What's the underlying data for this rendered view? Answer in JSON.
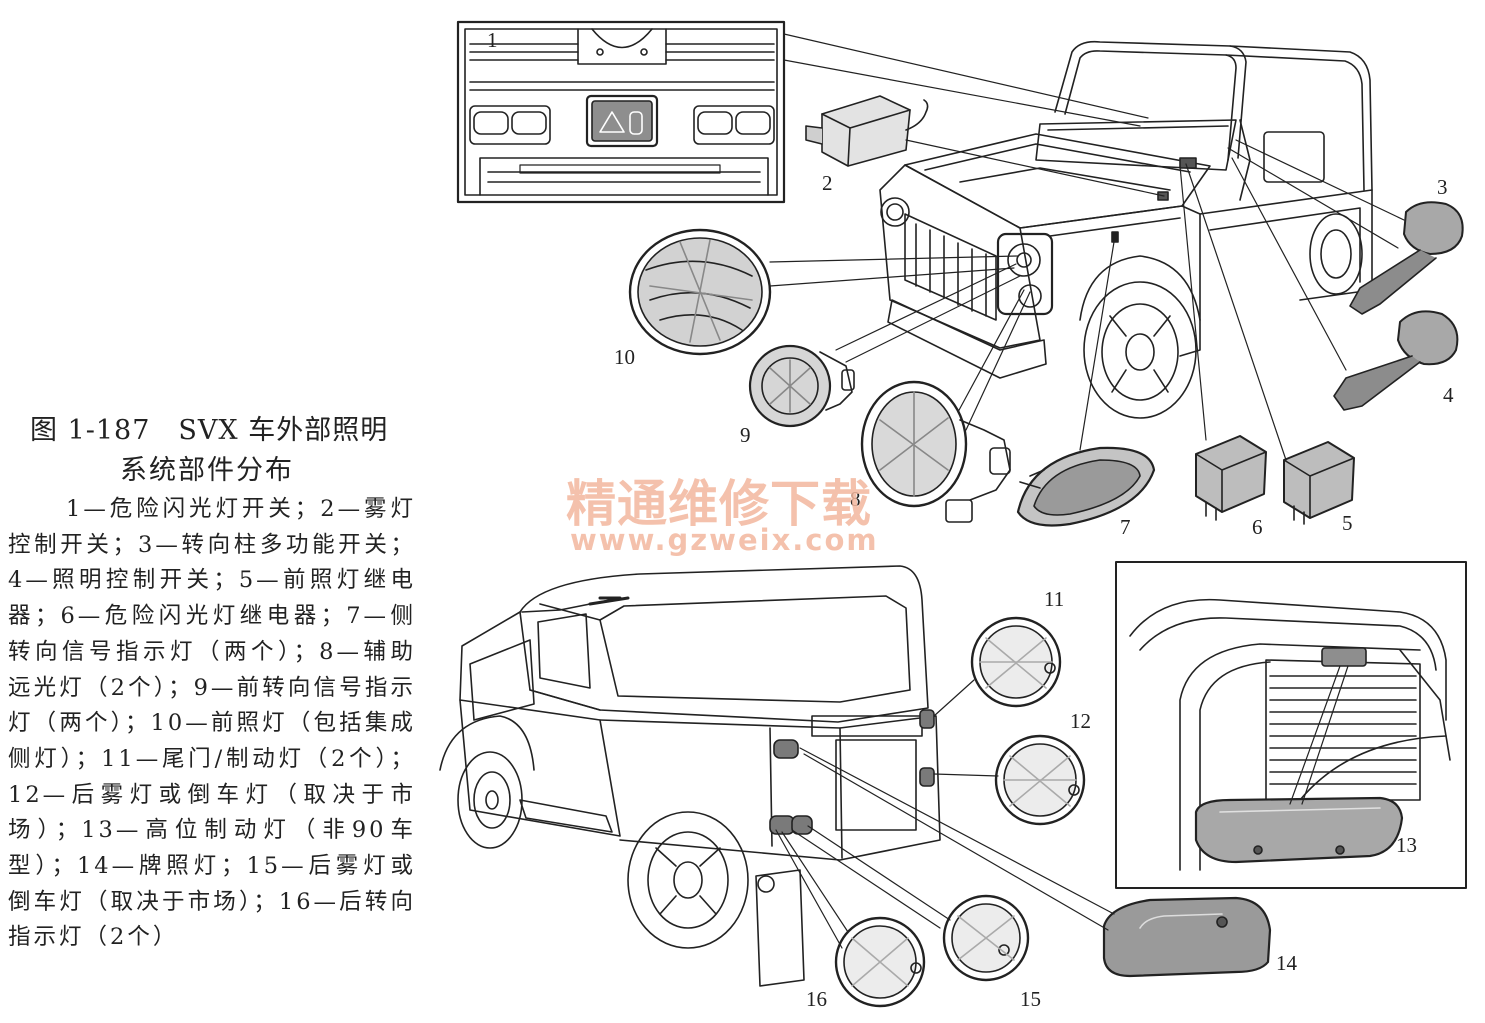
{
  "caption": {
    "title": "图 1-187　SVX 车外部照明",
    "title_line2": "系统部件分布",
    "legend": "1—危险闪光灯开关；2—雾灯控制开关；3—转向柱多功能开关；4—照明控制开关；5—前照灯继电器；6—危险闪光灯继电器；7—侧转向信号指示灯（两个）；8—辅助远光灯（2个）；9—前转向信号指示灯（两个）；10—前照灯（包括集成侧灯）；11—尾门/制动灯（2个）；12—后雾灯或倒车灯（取决于市场）；13—高位制动灯（非90车型）；14—牌照灯；15—后雾灯或倒车灯（取决于市场）；16—后转向指示灯（2个）"
  },
  "callouts": {
    "c1": "1",
    "c2": "2",
    "c3": "3",
    "c4": "4",
    "c5": "5",
    "c6": "6",
    "c7": "7",
    "c8": "8",
    "c9": "9",
    "c10": "10",
    "c11": "11",
    "c12": "12",
    "c13": "13",
    "c14": "14",
    "c15": "15",
    "c16": "16"
  },
  "watermark": {
    "line1": "精通维修下载",
    "line2": "www.gzweix.com"
  },
  "colors": {
    "ink": "#222222",
    "part_fill": "#b9b9b9",
    "watermark": "#f3b79e"
  }
}
